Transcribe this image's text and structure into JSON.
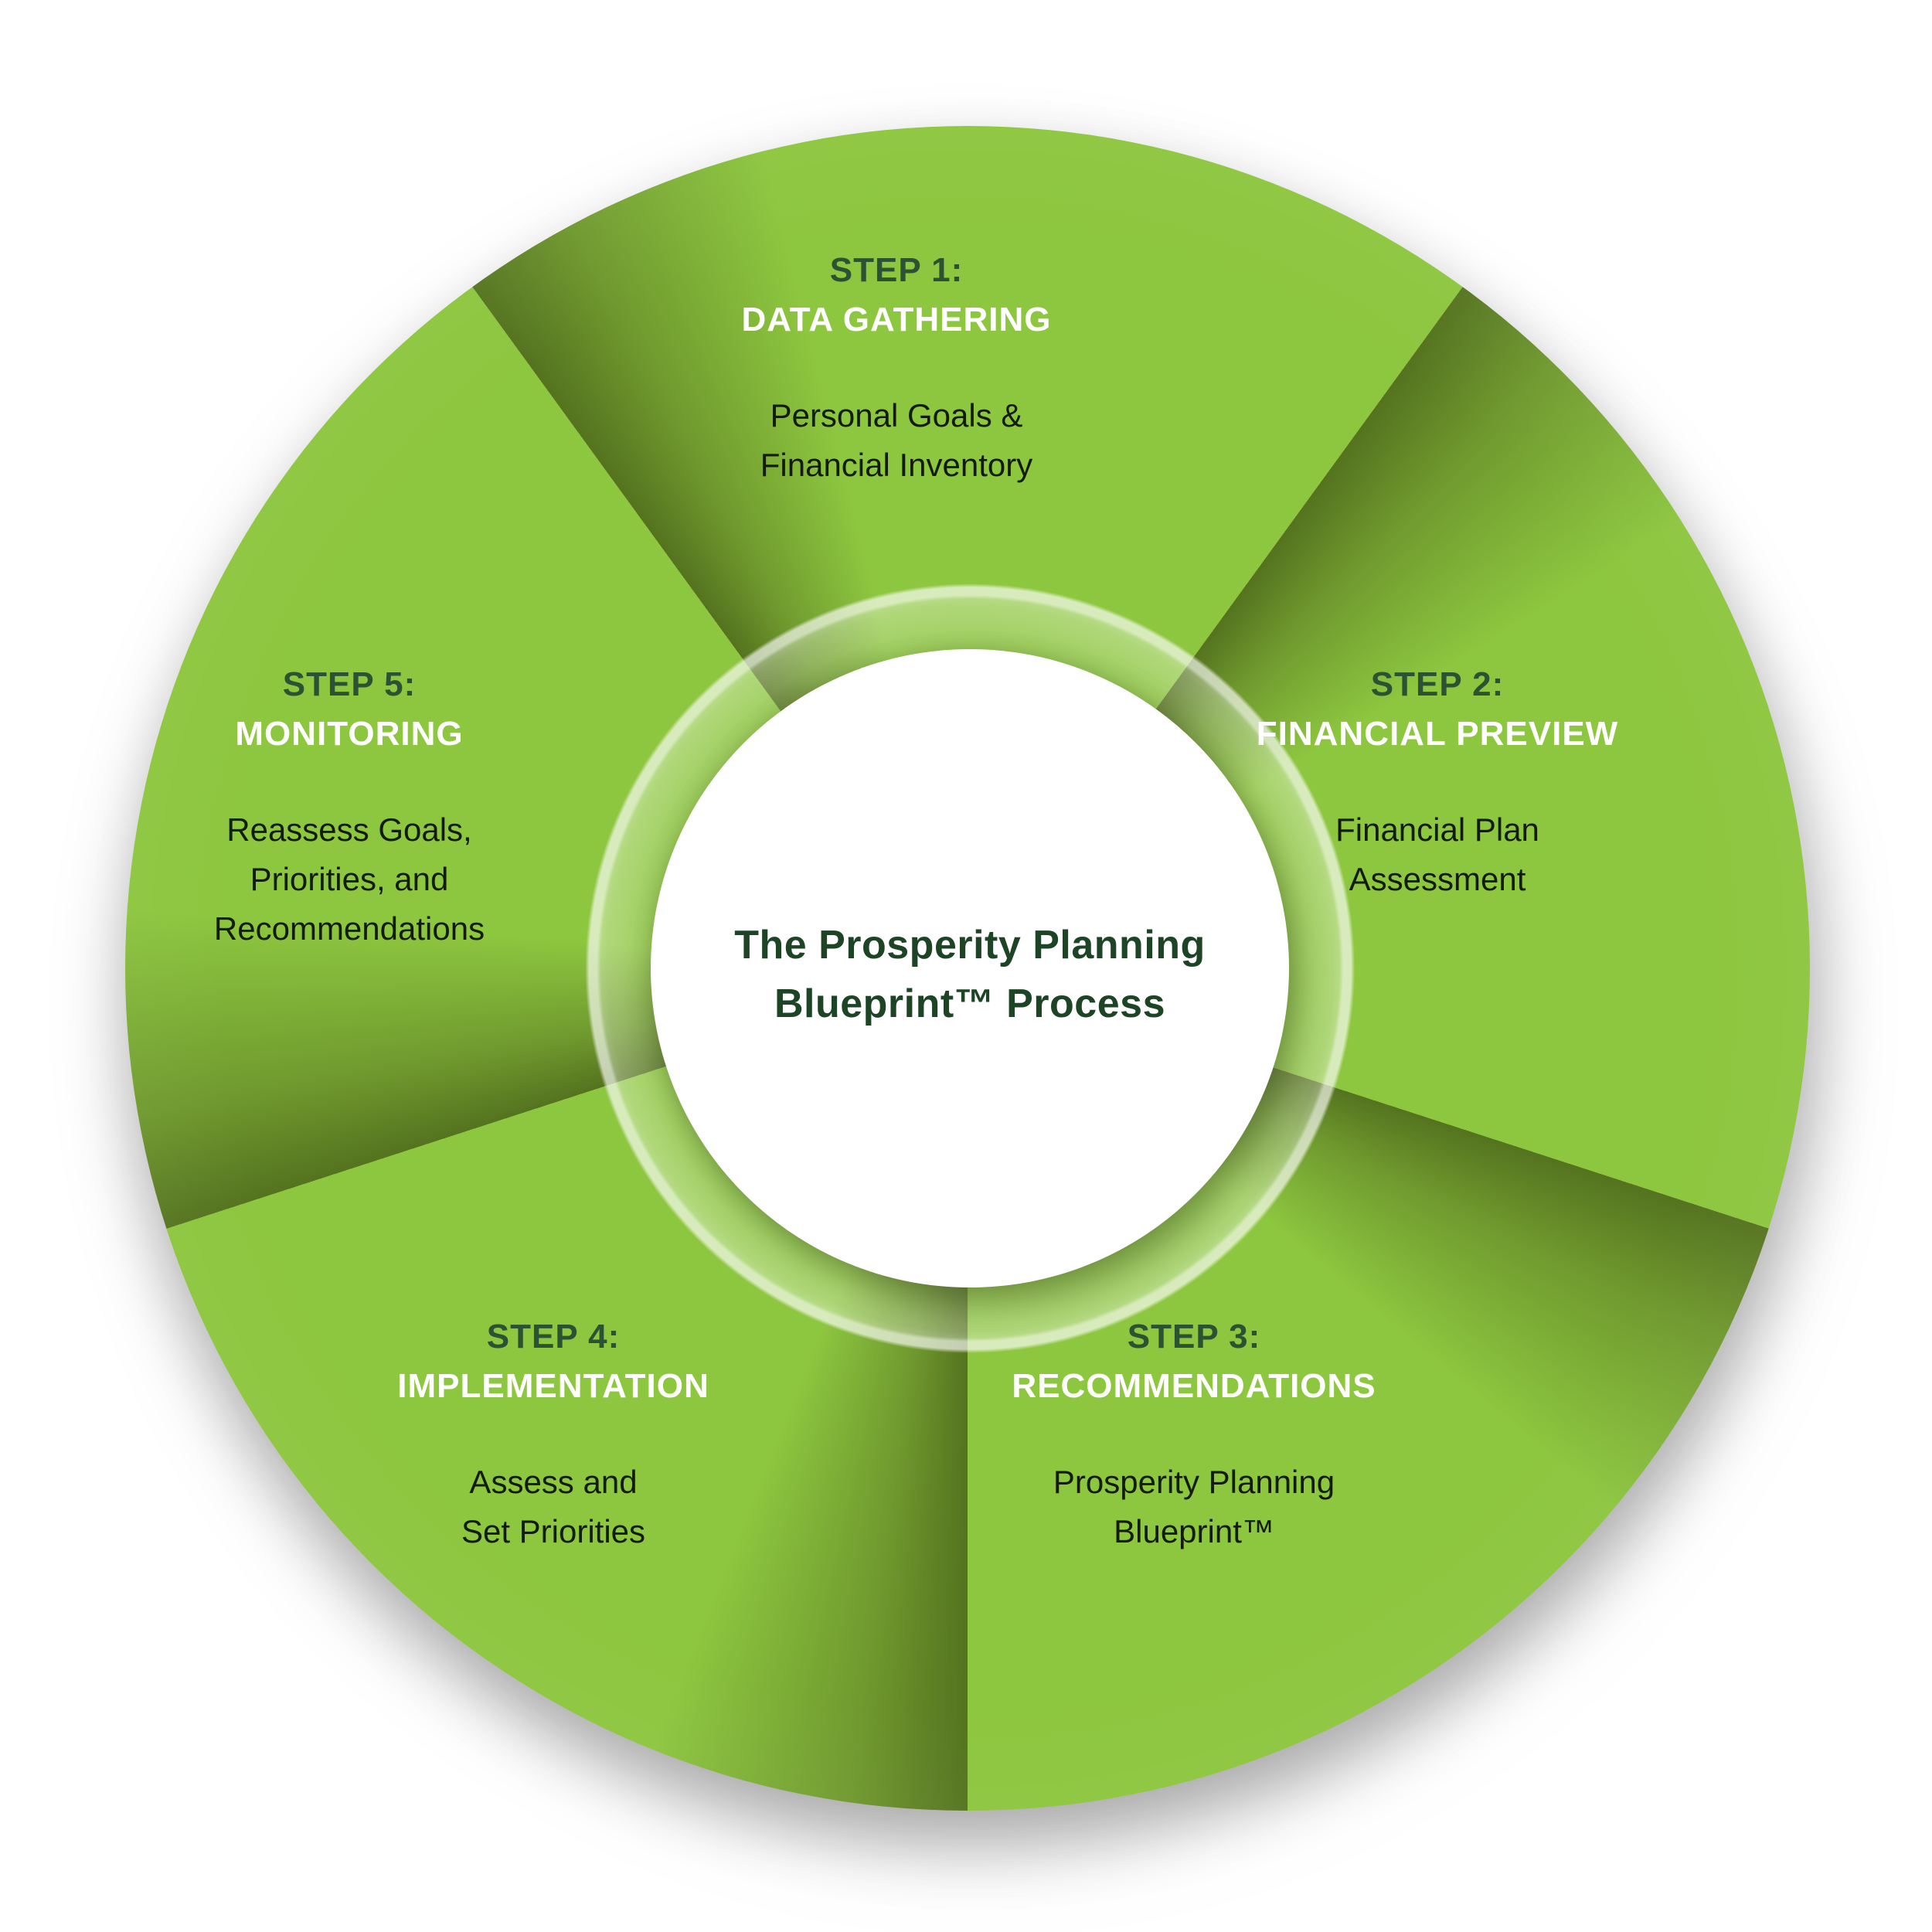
{
  "diagram": {
    "background_color": "#ffffff",
    "colors": {
      "segment_green": "#8dc63f",
      "segment_edge_shadow": "#55731f",
      "halo_ring_overlay": "rgba(255,255,255,0.3)",
      "step_label_green": "#2c5233",
      "step_title_white": "#ffffff",
      "description_text": "#131c08",
      "center_title_green": "#1d4424"
    },
    "center": {
      "title_lines": [
        "The Prosperity Planning",
        "Blueprint™ Process"
      ]
    },
    "steps": [
      {
        "label": "STEP 1:",
        "title": "DATA GATHERING",
        "description_lines": [
          "Personal Goals &",
          "Financial Inventory"
        ]
      },
      {
        "label": "STEP 2:",
        "title": "FINANCIAL PREVIEW",
        "description_lines": [
          "Financial Plan",
          "Assessment"
        ]
      },
      {
        "label": "STEP 3:",
        "title": "RECOMMENDATIONS",
        "description_lines": [
          "Prosperity Planning",
          "Blueprint™"
        ]
      },
      {
        "label": "STEP 4:",
        "title": "IMPLEMENTATION",
        "description_lines": [
          "Assess and",
          "Set Priorities"
        ]
      },
      {
        "label": "STEP 5:",
        "title": "MONITORING",
        "description_lines": [
          "Reassess Goals,",
          "Priorities, and",
          "Recommendations"
        ]
      }
    ]
  }
}
